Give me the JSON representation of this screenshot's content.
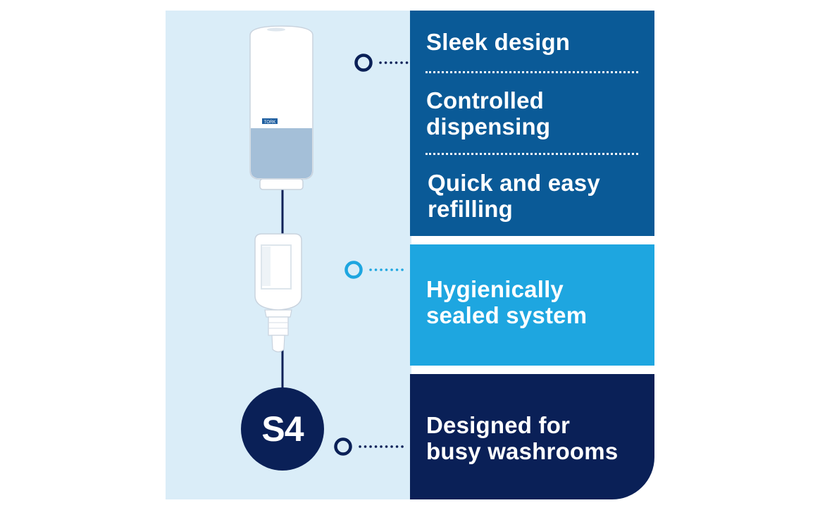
{
  "features": {
    "sleek": "Sleek design",
    "controlled": "Controlled\ndispensing",
    "refilling": "Quick and easy\nrefilling",
    "hygienic": "Hygienically\nsealed system",
    "busy": "Designed for\nbusy washrooms"
  },
  "badge": {
    "label": "S4"
  },
  "dispenser_brand": "TORK",
  "colors": {
    "light_bg": "#daedf8",
    "panel_top": "#0a5a97",
    "panel_mid": "#1ea6e0",
    "panel_bottom": "#0a2057",
    "connector": "#0a2057"
  },
  "icons": [
    "dispenser-illustration",
    "refill-cartridge-illustration",
    "connector-ring-icon"
  ]
}
